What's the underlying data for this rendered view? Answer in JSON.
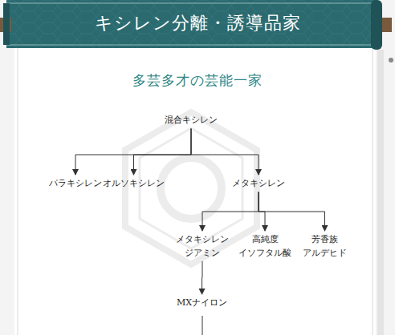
{
  "diagram": {
    "title": "キシレン分離・誘導品家",
    "nodes": [
      {
        "text": [
          "混合キシレン"
        ]
      },
      {
        "text": [
          "パラキシレン"
        ]
      },
      {
        "text": [
          "オルソキシレン"
        ]
      },
      {
        "text": [
          "メタキシレン"
        ]
      },
      {
        "text": [
          "メタキシレン ジアミン"
        ]
      },
      {
        "text": [
          "高純度 イソフタル酸"
        ]
      },
      {
        "text": [
          "芳香族 アルデヒド"
        ]
      },
      {
        "text": [
          "MXナイロン"
        ]
      }
    ],
    "edges": [
      {
        "from": 0,
        "to": 1,
        "arrow": "to"
      },
      {
        "from": 0,
        "to": 2,
        "arrow": "to"
      },
      {
        "from": 0,
        "to": 3,
        "arrow": "to"
      },
      {
        "from": 3,
        "to": 4,
        "arrow": "to"
      },
      {
        "from": 3,
        "to": 5,
        "arrow": "to"
      },
      {
        "from": 3,
        "to": 6,
        "arrow": "to"
      },
      {
        "from": 4,
        "to": 7,
        "arrow": "to"
      }
    ],
    "labels": [
      "多芸多才の芸能一家"
    ]
  }
}
